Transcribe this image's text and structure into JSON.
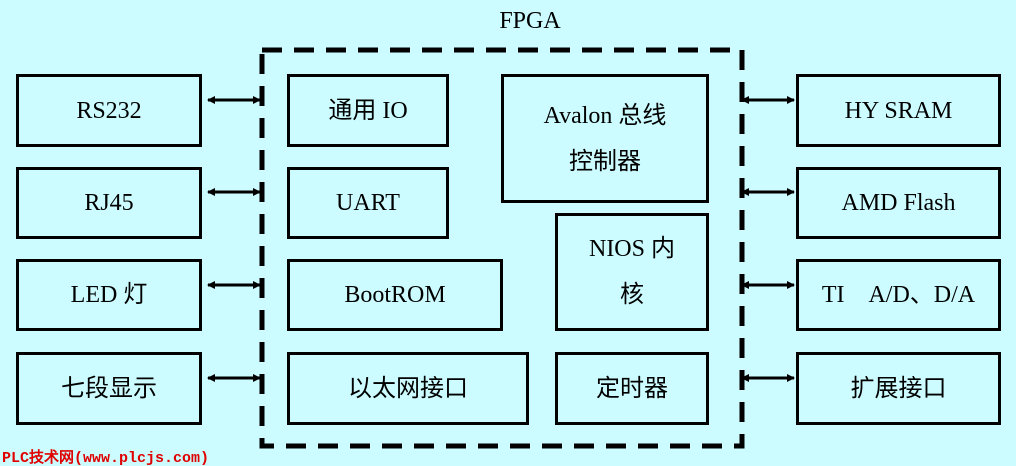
{
  "title": "FPGA",
  "left": [
    "RS232",
    "RJ45",
    "LED 灯",
    "七段显示"
  ],
  "right": [
    "HY SRAM",
    "AMD Flash",
    "TI　A/D、D/A",
    "扩展接口"
  ],
  "inner": {
    "gpio": "通用 IO",
    "uart": "UART",
    "bootrom": "BootROM",
    "ethernet": "以太网接口",
    "avalon": "Avalon 总线控制器",
    "nios": "NIOS 内核",
    "timer": "定时器"
  },
  "watermark": "PLC技术网(www.plcjs.com)"
}
